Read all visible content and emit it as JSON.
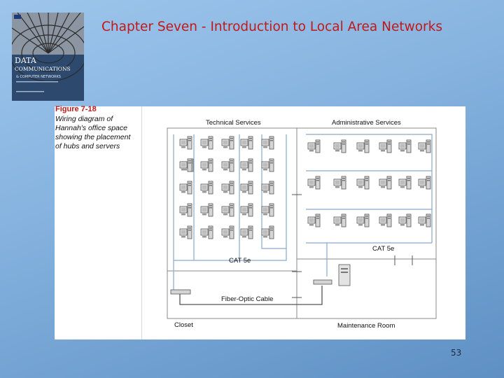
{
  "slide": {
    "title": "Chapter Seven - Introduction to Local Area Networks",
    "page_number": "53"
  },
  "book_cover": {
    "title_line1": "DATA",
    "title_line2": "COMMUNICATIONS",
    "title_line3": "& COMPUTER NETWORKS"
  },
  "figure": {
    "number": "Figure 7-18",
    "caption_lines": [
      "Wiring diagram of",
      "Hannah's office space",
      "showing the placement",
      "of hubs and servers"
    ],
    "labels": {
      "technical_services": "Technical Services",
      "administrative_services": "Administrative Services",
      "cat5e_left": "CAT 5e",
      "cat5e_right": "CAT 5e",
      "fiber": "Fiber-Optic Cable",
      "closet": "Closet",
      "maintenance": "Maintenance Room"
    }
  }
}
